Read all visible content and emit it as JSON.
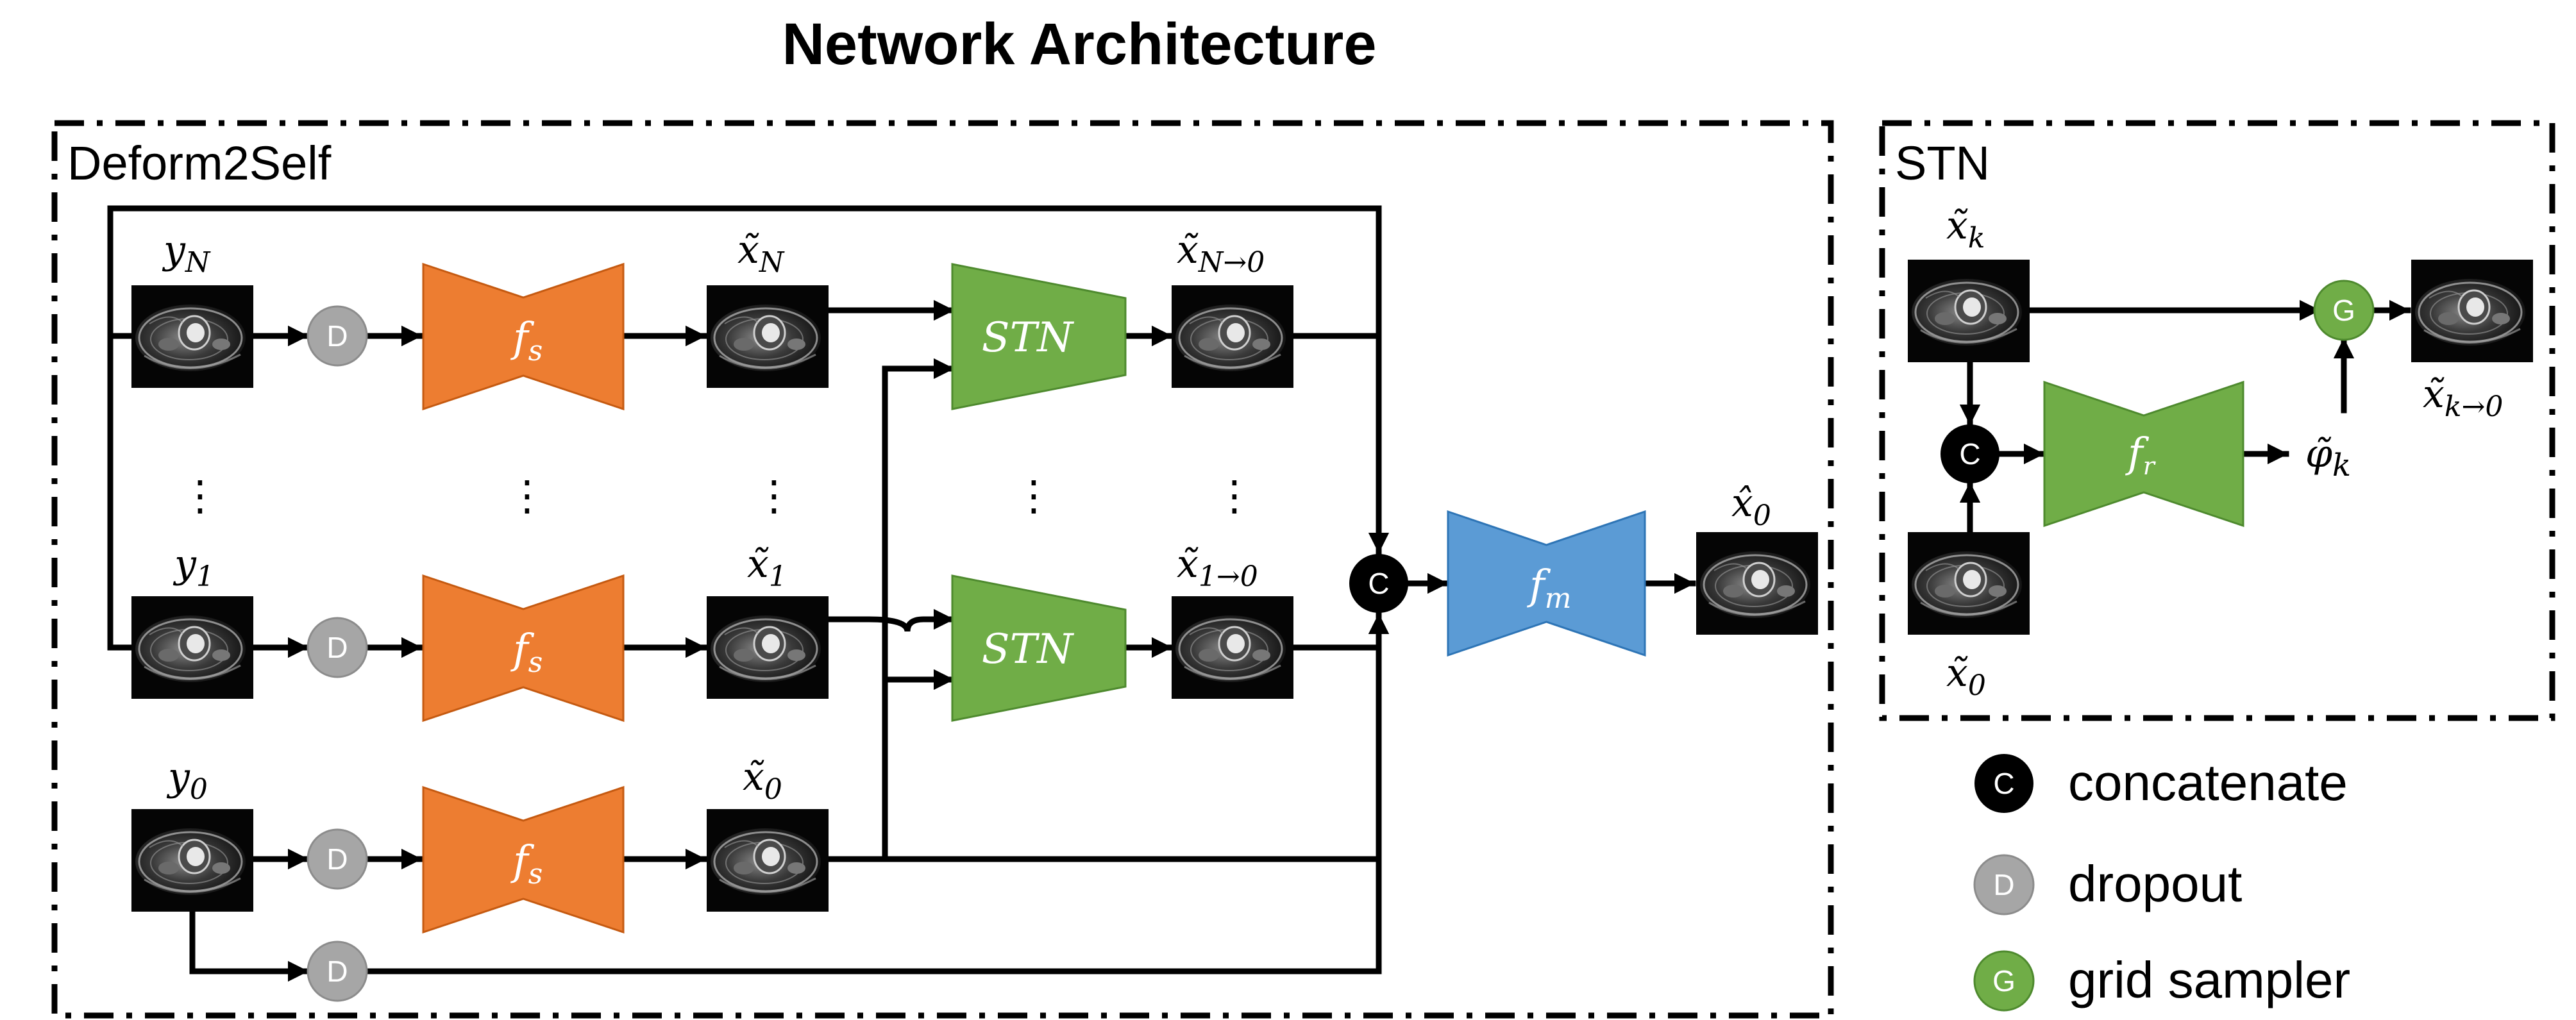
{
  "title": "Network Architecture",
  "panels": {
    "main": "Deform2Self",
    "stn": "STN"
  },
  "labels": {
    "y_N": "y",
    "y_N_sub": "N",
    "y_1": "y",
    "y_1_sub": "1",
    "y_0": "y",
    "y_0_sub": "0",
    "xt_N": "x̃",
    "xt_N_sub": "N",
    "xt_1": "x̃",
    "xt_1_sub": "1",
    "xt_0": "x̃",
    "xt_0_sub": "0",
    "xt_N_to_0": "x̃",
    "xt_N_to_0_sub": "N→0",
    "xt_1_to_0": "x̃",
    "xt_1_to_0_sub": "1→0",
    "xh_0": "x̂",
    "xh_0_sub": "0",
    "stn_xt_k": "x̃",
    "stn_xt_k_sub": "k",
    "stn_xt_0": "x̃",
    "stn_xt_0_sub": "0",
    "stn_xt_k_to_0": "x̃",
    "stn_xt_k_to_0_sub": "k→0",
    "phi_k": "φ̃",
    "phi_k_sub": "k",
    "dots": "⋮"
  },
  "blocks": {
    "fs": "f",
    "fs_sub": "s",
    "fm": "f",
    "fm_sub": "m",
    "fr": "f",
    "fr_sub": "r",
    "stn": "STN"
  },
  "ops": {
    "dropout": "D",
    "concat": "C",
    "grid": "G"
  },
  "legend": [
    {
      "symbol": "C",
      "label": "concatenate",
      "color": "#000000"
    },
    {
      "symbol": "D",
      "label": "dropout",
      "color": "#a6a6a6"
    },
    {
      "symbol": "G",
      "label": "grid sampler",
      "color": "#70ad47"
    }
  ],
  "colors": {
    "fs": "#ed7d31",
    "fm": "#5b9bd5",
    "stn": "#70ad47",
    "dropout": "#a6a6a6",
    "concat": "#000000",
    "grid": "#70ad47"
  }
}
